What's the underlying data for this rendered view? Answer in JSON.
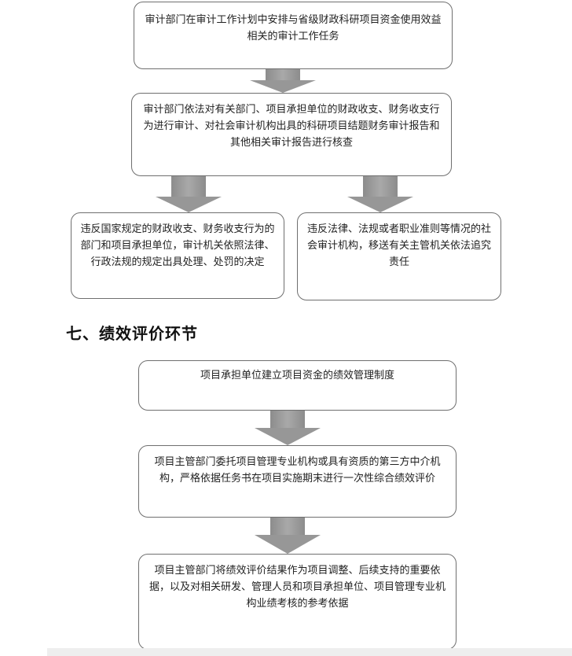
{
  "section1": {
    "box1": "审计部门在审计工作计划中安排与省级财政科研项目资金使用效益相关的审计工作任务",
    "box2": "审计部门依法对有关部门、项目承担单位的财政收支、财务收支行为进行审计、对社会审计机构出具的科研项目结题财务审计报告和其他相关审计报告进行核查",
    "box3": "违反国家规定的财政收支、财务收支行为的部门和项目承担单位，审计机关依照法律、行政法规的规定出具处理、处罚的决定",
    "box4": "违反法律、法规或者职业准则等情况的社会审计机构，移送有关主管机关依法追究责任"
  },
  "section2": {
    "heading": "七、绩效评价环节",
    "box1": "项目承担单位建立项目资金的绩效管理制度",
    "box2": "项目主管部门委托项目管理专业机构或具有资质的第三方中介机构，严格依据任务书在项目实施期末进行一次性综合绩效评价",
    "box3": "项目主管部门将绩效评价结果作为项目调整、后续支持的重要依据，以及对相关研发、管理人员和项目承担单位、项目管理专业机构业绩考核的参考依据"
  },
  "colors": {
    "box_border": "#6f6f6f",
    "arrow": "#979797"
  }
}
